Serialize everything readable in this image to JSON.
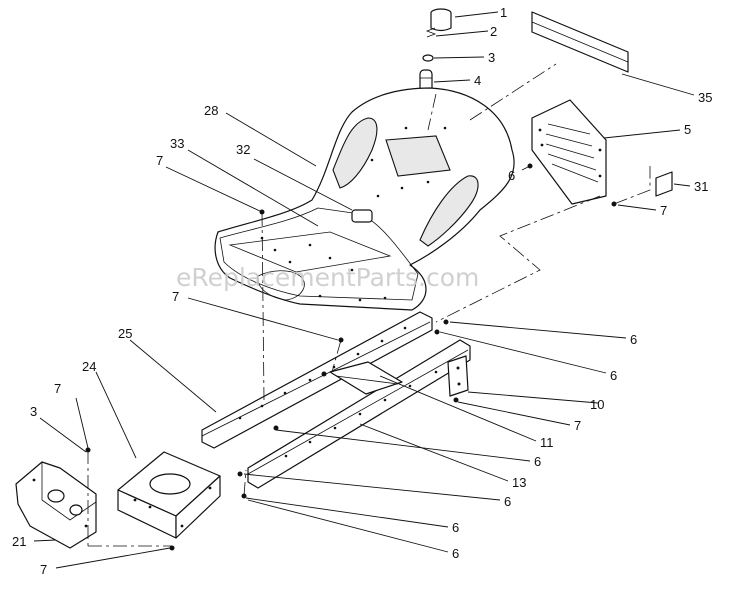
{
  "diagram": {
    "watermark": "eReplacementParts.com",
    "callouts": [
      {
        "id": "c1",
        "label": "1"
      },
      {
        "id": "c2",
        "label": "2"
      },
      {
        "id": "c3a",
        "label": "3"
      },
      {
        "id": "c4",
        "label": "4"
      },
      {
        "id": "c35",
        "label": "35"
      },
      {
        "id": "c28",
        "label": "28"
      },
      {
        "id": "c5",
        "label": "5"
      },
      {
        "id": "c33",
        "label": "33"
      },
      {
        "id": "c32",
        "label": "32"
      },
      {
        "id": "c7a",
        "label": "7"
      },
      {
        "id": "c6a",
        "label": "6"
      },
      {
        "id": "c7b",
        "label": "7"
      },
      {
        "id": "c31",
        "label": "31"
      },
      {
        "id": "c7c",
        "label": "7"
      },
      {
        "id": "c6b",
        "label": "6"
      },
      {
        "id": "c6c",
        "label": "6"
      },
      {
        "id": "c25",
        "label": "25"
      },
      {
        "id": "c24",
        "label": "24"
      },
      {
        "id": "c10",
        "label": "10"
      },
      {
        "id": "c7d",
        "label": "7"
      },
      {
        "id": "c7e",
        "label": "7"
      },
      {
        "id": "c11",
        "label": "11"
      },
      {
        "id": "c3b",
        "label": "3"
      },
      {
        "id": "c6d",
        "label": "6"
      },
      {
        "id": "c13",
        "label": "13"
      },
      {
        "id": "c6e",
        "label": "6"
      },
      {
        "id": "c6f",
        "label": "6"
      },
      {
        "id": "c21",
        "label": "21"
      },
      {
        "id": "c6g",
        "label": "6"
      },
      {
        "id": "c7f",
        "label": "7"
      }
    ]
  }
}
